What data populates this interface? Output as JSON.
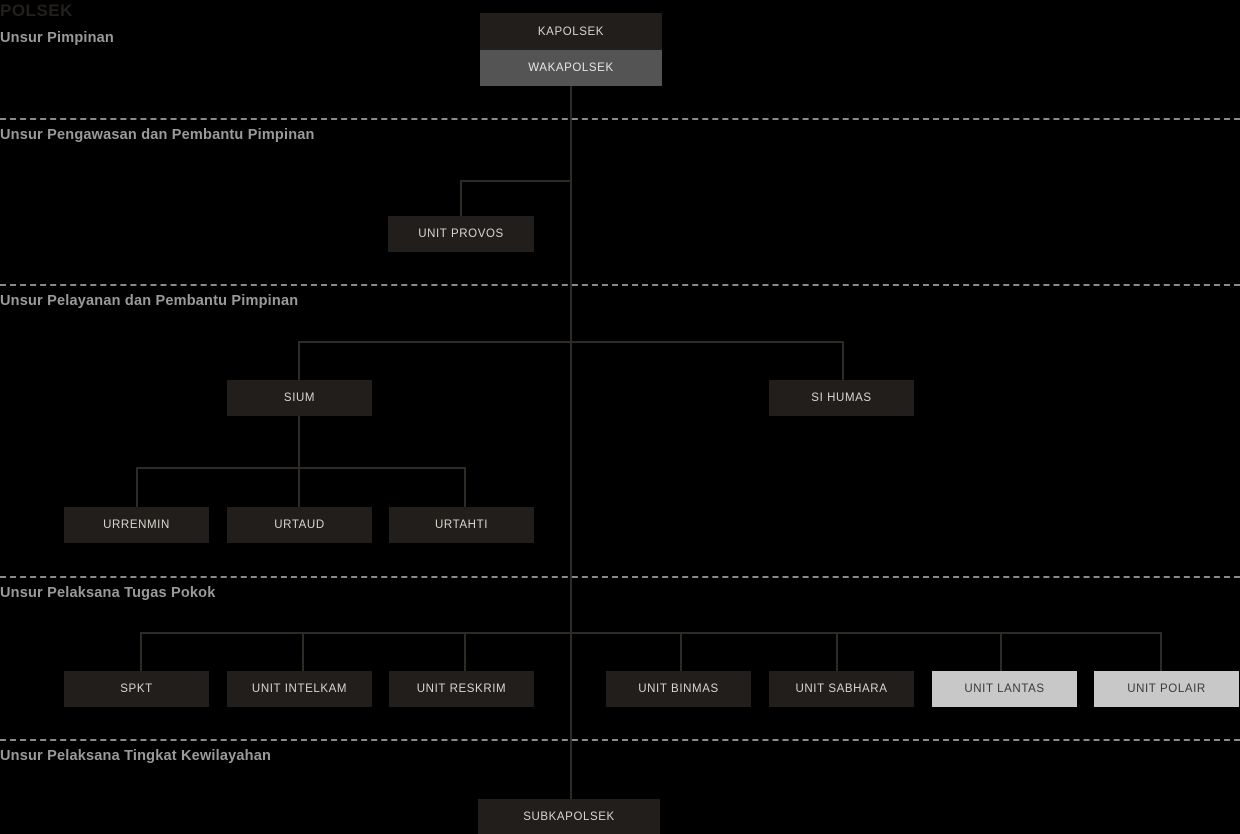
{
  "chart_meta": {
    "title": "POLSEK",
    "type": "organizational-chart",
    "background_color": "#000000",
    "colors": {
      "box_dark": "#211e1b",
      "box_mid": "#545454",
      "box_light": "#c8c8c8",
      "line": "#2e2a26",
      "divider": "#8a8a8a",
      "band_label": "#9a9a9a",
      "title": "#231f1c"
    }
  },
  "bands": [
    {
      "label": "Unsur Pimpinan"
    },
    {
      "label": "Unsur Pengawasan dan Pembantu Pimpinan"
    },
    {
      "label": "Unsur Pelayanan dan Pembantu Pimpinan"
    },
    {
      "label": "Unsur Pelaksana Tugas Pokok"
    },
    {
      "label": "Unsur Pelaksana Tingkat Kewilayahan"
    }
  ],
  "nodes": {
    "kapolsek": "KAPOLSEK",
    "wakapolsek": "WAKAPOLSEK",
    "unit_provos": "UNIT PROVOS",
    "sium": "SIUM",
    "si_humas": "SI HUMAS",
    "urrenmin": "URRENMIN",
    "urtaud": "URTAUD",
    "urtahti": "URTAHTI",
    "spkt": "SPKT",
    "unit_intelkam": "UNIT INTELKAM",
    "unit_reskrim": "UNIT RESKRIM",
    "unit_binmas": "UNIT BINMAS",
    "unit_sabhara": "UNIT SABHARA",
    "unit_lantas": "UNIT LANTAS",
    "unit_polair": "UNIT POLAIR",
    "subkapolsek": "SUBKAPOLSEK"
  }
}
